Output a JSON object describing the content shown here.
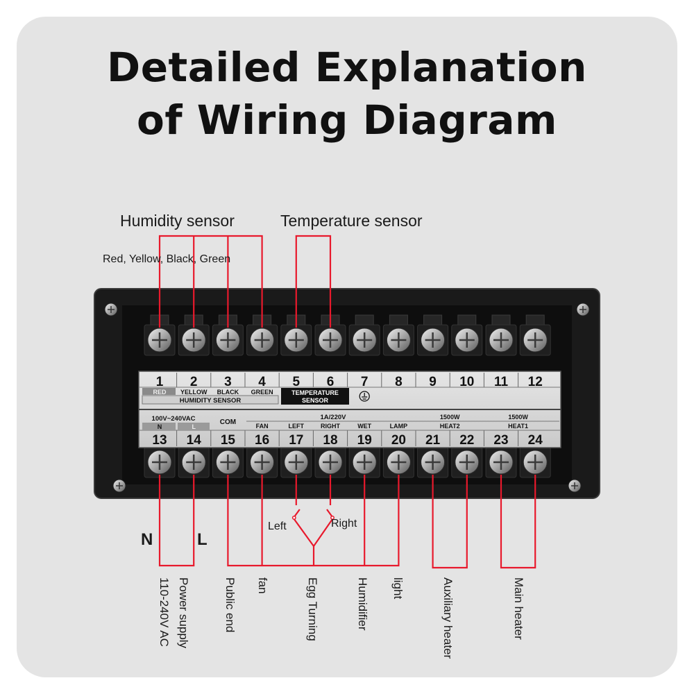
{
  "title": {
    "line1": "Detailed Explanation",
    "line2": "of Wiring Diagram"
  },
  "labels": {
    "humidity_sensor": "Humidity sensor",
    "temperature_sensor": "Temperature sensor",
    "sensor_colors": "Red, Yellow, Black, Green",
    "n": "N",
    "l": "L",
    "left": "Left",
    "right": "Right"
  },
  "outputs": {
    "supply_voltage": "110-240V AC",
    "power_supply": "Power supply",
    "public_end": "Public end",
    "fan": "fan",
    "egg_turning": "Egg Turning",
    "humidifier": "Humidifier",
    "light": "light",
    "aux_heater": "Auxiliary heater",
    "main_heater": "Main heater"
  },
  "panel": {
    "top_numbers": [
      "1",
      "2",
      "3",
      "4",
      "5",
      "6",
      "7",
      "8",
      "9",
      "10",
      "11",
      "12"
    ],
    "top_colors": [
      "RED",
      "YELLOW",
      "BLACK",
      "GREEN"
    ],
    "humidity_group": "HUMIDITY SENSOR",
    "temperature_group": "TEMPERATURE SENSOR",
    "bottom_numbers": [
      "13",
      "14",
      "15",
      "16",
      "17",
      "18",
      "19",
      "20",
      "21",
      "22",
      "23",
      "24"
    ],
    "voltage": "100V~240VAC",
    "n": "N",
    "l": "L",
    "com": "COM",
    "current": "1A/220V",
    "fan": "FAN",
    "left": "LEFT",
    "right": "RIGHT",
    "wet": "WET",
    "lamp": "LAMP",
    "heat2_power": "1500W",
    "heat2": "HEAT2",
    "heat1_power": "1500W",
    "heat1": "HEAT1"
  },
  "colors": {
    "wire": "#e8192c",
    "panel": "#141414",
    "label_plate": "#d9d9d9",
    "card": "#e4e4e4"
  }
}
